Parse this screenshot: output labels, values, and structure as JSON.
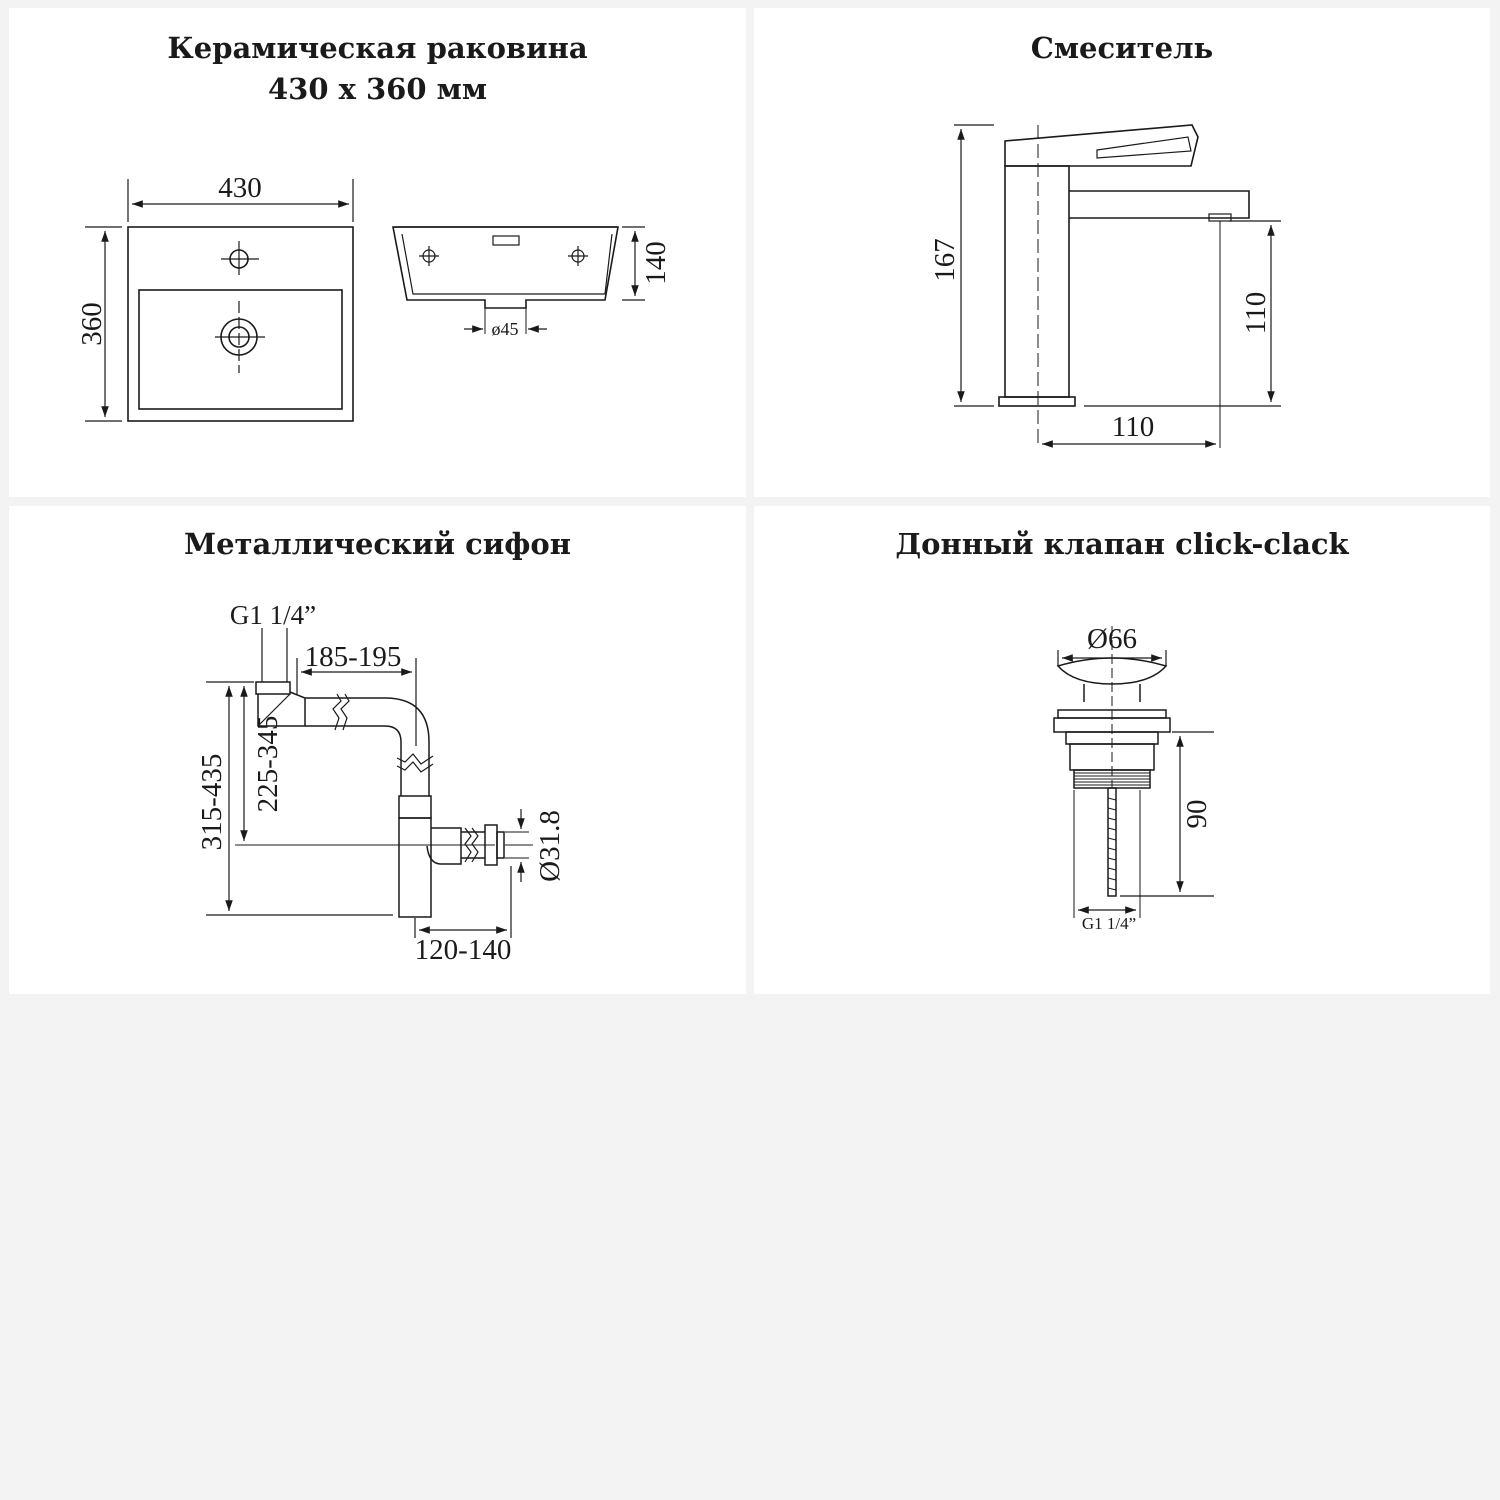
{
  "panels": {
    "sink": {
      "title_line1": "Керамическая раковина",
      "title_line2": "430 х 360 мм",
      "dim_width": "430",
      "dim_depth": "360",
      "dim_height": "140",
      "dim_drain": "ø45"
    },
    "faucet": {
      "title": "Смеситель",
      "dim_height": "167",
      "dim_spout_height": "110",
      "dim_reach": "110"
    },
    "siphon": {
      "title": "Металлический сифон",
      "dim_thread": "G1 1/4”",
      "dim_length": "185-195",
      "dim_total_height": "315-435",
      "dim_outlet_height": "225-345",
      "dim_outlet_diameter": "Ø31.8",
      "dim_depth": "120-140"
    },
    "valve": {
      "title": "Донный клапан click-clack",
      "dim_diameter": "Ø66",
      "dim_height": "90",
      "dim_thread": "G1 1/4”"
    }
  }
}
